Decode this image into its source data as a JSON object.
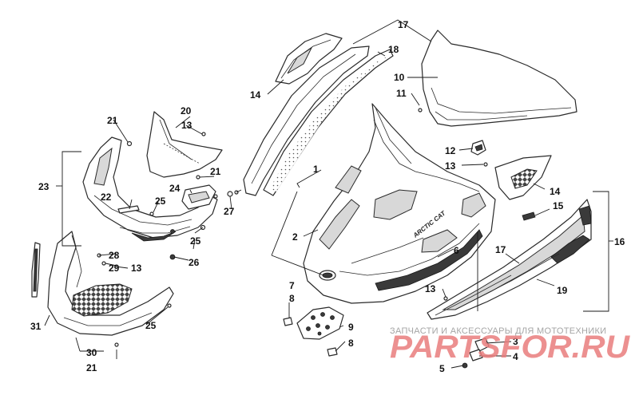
{
  "diagram": {
    "callouts": [
      "1",
      "2",
      "3",
      "4",
      "5",
      "6",
      "7",
      "8",
      "8",
      "9",
      "10",
      "11",
      "12",
      "13",
      "13",
      "13",
      "13",
      "14",
      "14",
      "15",
      "16",
      "17",
      "17",
      "18",
      "19",
      "20",
      "21",
      "21",
      "21",
      "22",
      "23",
      "24",
      "25",
      "25",
      "25",
      "26",
      "27",
      "28",
      "29",
      "30",
      "31"
    ],
    "decal_text": "ARCTIC CAT"
  },
  "watermark": {
    "subtitle": "ЗАПЧАСТИ И АКСЕССУАРЫ ДЛЯ МОТОТЕХНИКИ",
    "brand": "PARTSFOR.RU",
    "color": "#e97d7d"
  }
}
